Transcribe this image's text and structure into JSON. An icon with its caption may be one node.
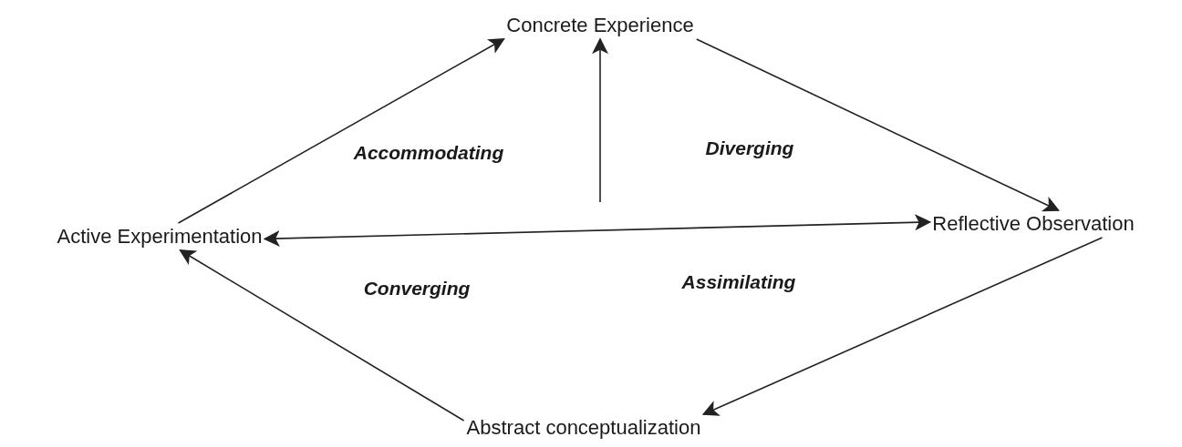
{
  "diagram": {
    "nodes": [
      {
        "text": [
          "Concrete Experience"
        ]
      },
      {
        "text": [
          "Reflective Observation"
        ]
      },
      {
        "text": [
          "Abstract conceptualization"
        ]
      },
      {
        "text": [
          "Active Experimentation"
        ]
      }
    ],
    "edges": [
      {
        "from": 3,
        "to": 0,
        "arrow": "to"
      },
      {
        "from": 0,
        "to": 1,
        "arrow": "to"
      },
      {
        "from": 1,
        "to": 2,
        "arrow": "to"
      },
      {
        "from": 2,
        "to": 3,
        "arrow": "to"
      },
      {
        "from": null,
        "to": 0,
        "arrow": "to"
      },
      {
        "from": 3,
        "to": 1,
        "arrow": "both"
      }
    ],
    "labels": [
      "Accommodating",
      "Diverging",
      "Converging",
      "Assimilating"
    ]
  }
}
